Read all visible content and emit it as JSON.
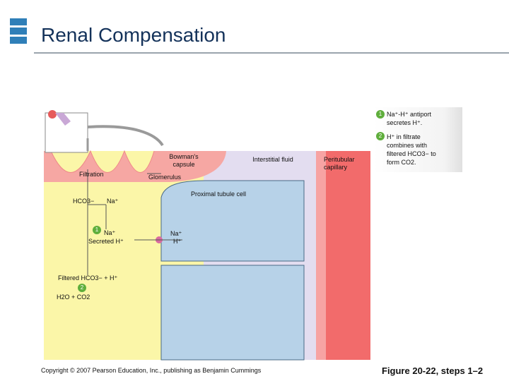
{
  "title": "Renal Compensation",
  "labels": {
    "bowmans_capsule": "Bowman's capsule",
    "interstitial_fluid": "Interstitial fluid",
    "peritubular_capillary": "Peritubular capillary",
    "filtration": "Filtration",
    "glomerulus": "Glomerulus",
    "proximal_tubule_cell": "Proximal tubule cell",
    "hco3_left": "HCO3−",
    "na_left": "Na⁺",
    "na_secreted": "Na⁺",
    "secreted_h": "Secreted H⁺",
    "na_cell": "Na⁺",
    "h_cell": "H⁺",
    "filtered_eq": "Filtered HCO3− + H⁺",
    "water_co2": "H2O + CO2"
  },
  "steps": [
    {
      "number": "1",
      "text_line1": "Na⁺-H⁺ antiport",
      "text_line2": "secretes H⁺."
    },
    {
      "number": "2",
      "text_line1": "H⁺ in filtrate",
      "text_line2": "combines with",
      "text_line3": "filtered HCO3− to",
      "text_line4": "form CO2."
    }
  ],
  "footer": {
    "copyright": "Copyright © 2007 Pearson Education, Inc., publishing as Benjamin Cummings",
    "figure": "Figure 20-22, steps 1–2"
  },
  "colors": {
    "lumen": "#fbf6a8",
    "capsule": "#f49a9a",
    "interstitial": "#e3ddf0",
    "cell": "#b7d2e8",
    "capillary": "#f26b6b",
    "title": "#14325a",
    "badge": "#5fae3c"
  }
}
